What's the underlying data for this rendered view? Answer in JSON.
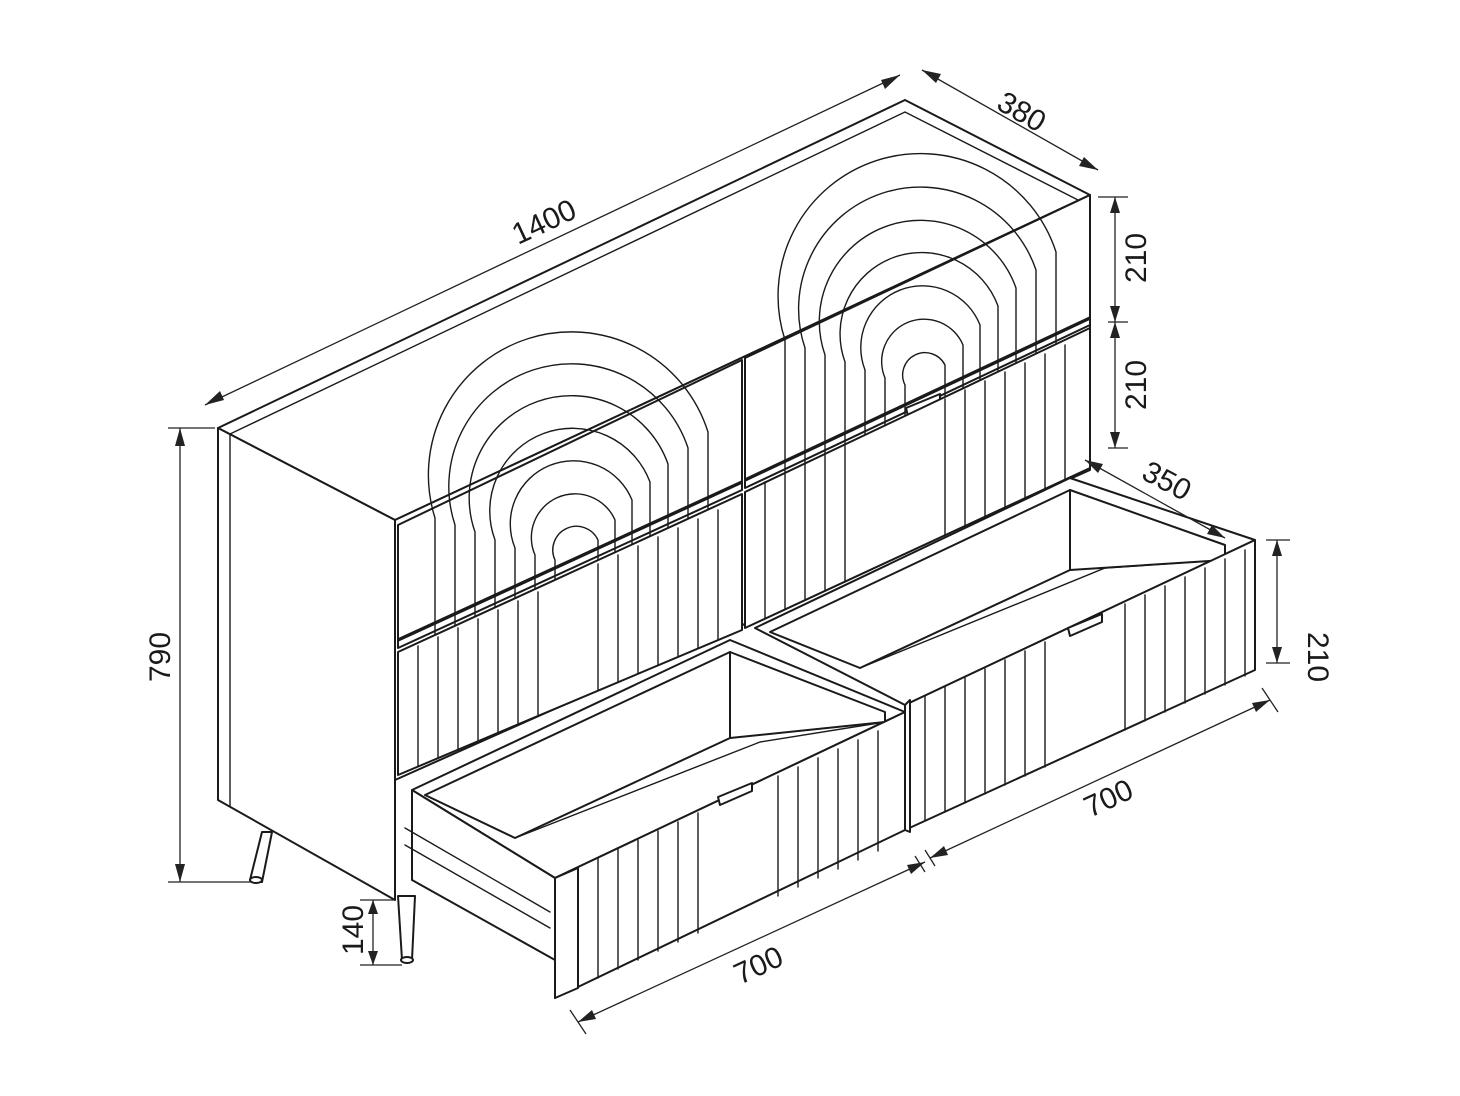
{
  "dimensions": {
    "width": "1400",
    "depth": "380",
    "height": "790",
    "leg_height": "140",
    "top_drawer_height": "210",
    "middle_drawer_height": "210",
    "open_drawer_height": "210",
    "drawer_depth": "350",
    "left_drawer_width": "700",
    "right_drawer_width": "700"
  }
}
